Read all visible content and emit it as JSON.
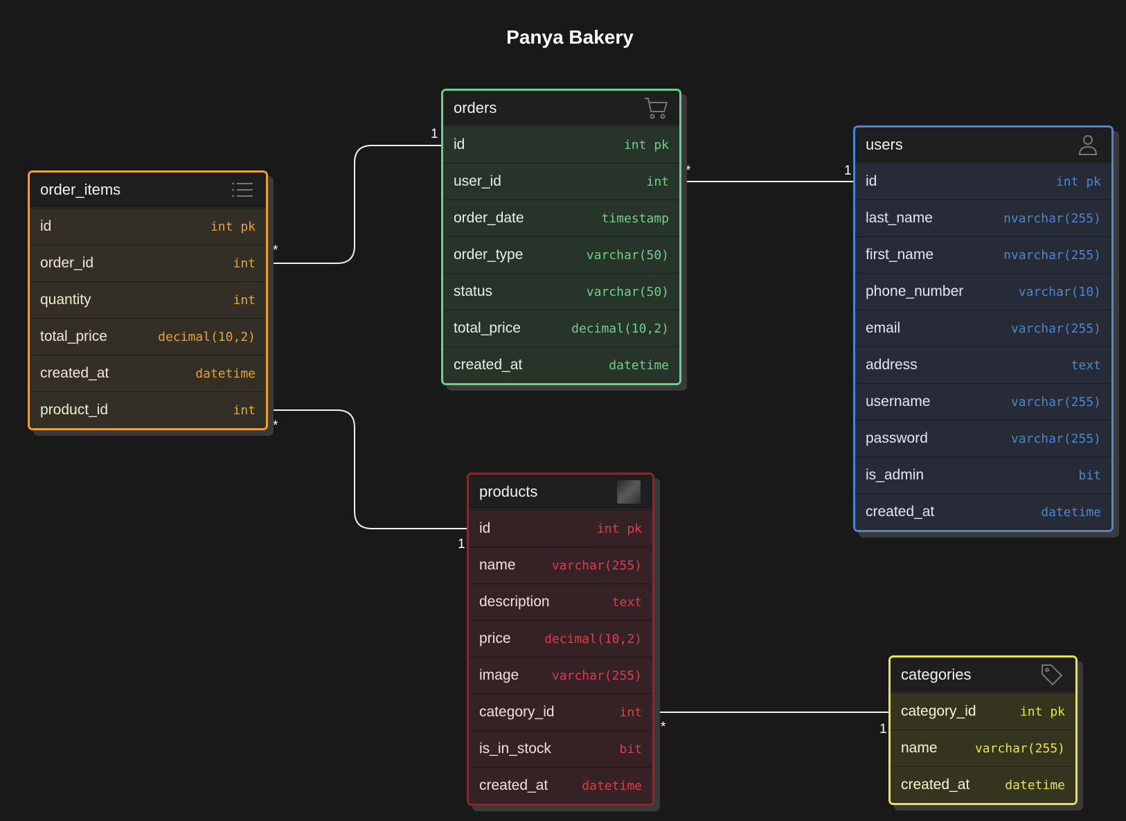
{
  "diagram": {
    "title": "Panya Bakery"
  },
  "colors": {
    "order_items": "#e8a23c",
    "orders": "#6fd08a",
    "users": "#4a86d8",
    "products": "#e23a4c",
    "categories": "#e7e64a",
    "background": "#191919"
  },
  "tables": {
    "order_items": {
      "name": "order_items",
      "icon": "list-icon",
      "fields": [
        {
          "name": "id",
          "type": "int pk"
        },
        {
          "name": "order_id",
          "type": "int"
        },
        {
          "name": "quantity",
          "type": "int"
        },
        {
          "name": "total_price",
          "type": "decimal(10,2)"
        },
        {
          "name": "created_at",
          "type": "datetime"
        },
        {
          "name": "product_id",
          "type": "int"
        }
      ]
    },
    "orders": {
      "name": "orders",
      "icon": "cart-icon",
      "fields": [
        {
          "name": "id",
          "type": "int pk"
        },
        {
          "name": "user_id",
          "type": "int"
        },
        {
          "name": "order_date",
          "type": "timestamp"
        },
        {
          "name": "order_type",
          "type": "varchar(50)"
        },
        {
          "name": "status",
          "type": "varchar(50)"
        },
        {
          "name": "total_price",
          "type": "decimal(10,2)"
        },
        {
          "name": "created_at",
          "type": "datetime"
        }
      ]
    },
    "users": {
      "name": "users",
      "icon": "user-icon",
      "fields": [
        {
          "name": "id",
          "type": "int pk"
        },
        {
          "name": "last_name",
          "type": "nvarchar(255)"
        },
        {
          "name": "first_name",
          "type": "nvarchar(255)"
        },
        {
          "name": "phone_number",
          "type": "varchar(10)"
        },
        {
          "name": "email",
          "type": "varchar(255)"
        },
        {
          "name": "address",
          "type": "text"
        },
        {
          "name": "username",
          "type": "varchar(255)"
        },
        {
          "name": "password",
          "type": "varchar(255)"
        },
        {
          "name": "is_admin",
          "type": "bit"
        },
        {
          "name": "created_at",
          "type": "datetime"
        }
      ]
    },
    "products": {
      "name": "products",
      "icon": "image-icon",
      "fields": [
        {
          "name": "id",
          "type": "int pk"
        },
        {
          "name": "name",
          "type": "varchar(255)"
        },
        {
          "name": "description",
          "type": "text"
        },
        {
          "name": "price",
          "type": "decimal(10,2)"
        },
        {
          "name": "image",
          "type": "varchar(255)"
        },
        {
          "name": "category_id",
          "type": "int"
        },
        {
          "name": "is_in_stock",
          "type": "bit"
        },
        {
          "name": "created_at",
          "type": "datetime"
        }
      ]
    },
    "categories": {
      "name": "categories",
      "icon": "tag-icon",
      "fields": [
        {
          "name": "category_id",
          "type": "int pk"
        },
        {
          "name": "name",
          "type": "varchar(255)"
        },
        {
          "name": "created_at",
          "type": "datetime"
        }
      ]
    }
  },
  "relationships": [
    {
      "from": "order_items.order_id",
      "to": "orders.id",
      "from_card": "*",
      "to_card": "1"
    },
    {
      "from": "orders.user_id",
      "to": "users.id",
      "from_card": "*",
      "to_card": "1"
    },
    {
      "from": "order_items.product_id",
      "to": "products.id",
      "from_card": "*",
      "to_card": "1"
    },
    {
      "from": "products.category_id",
      "to": "categories.category_id",
      "from_card": "*",
      "to_card": "1"
    }
  ]
}
